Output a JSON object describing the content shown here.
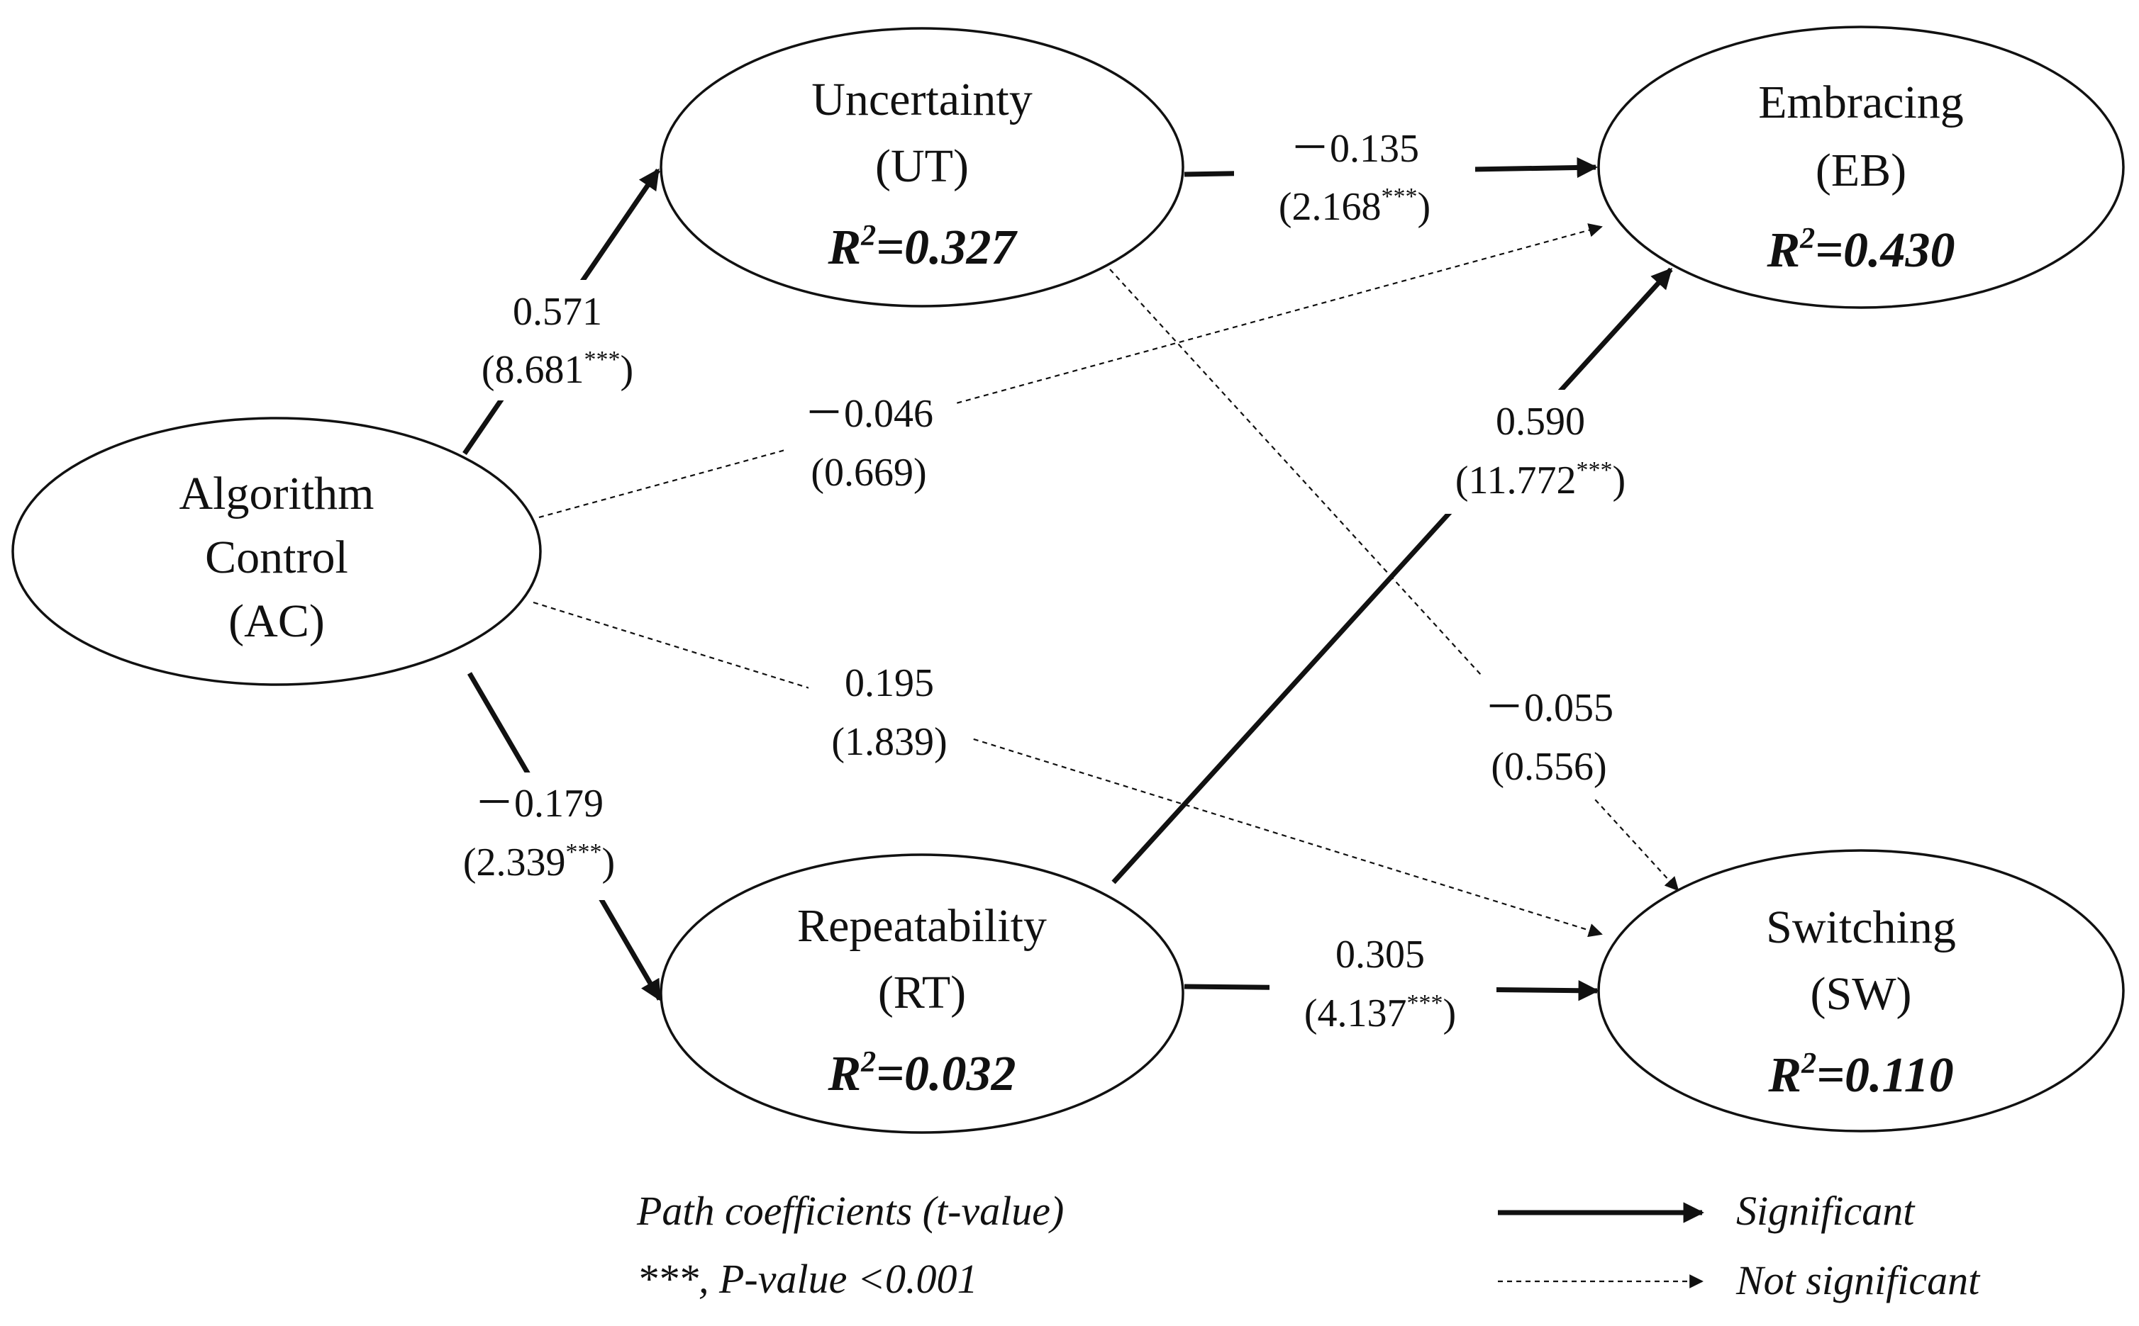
{
  "nodes": {
    "ac": {
      "line1": "Algorithm",
      "line2": "Control",
      "line3": "(AC)"
    },
    "ut": {
      "line1": "Uncertainty",
      "line2": "(UT)",
      "r2": "=0.327"
    },
    "rt": {
      "line1": "Repeatability",
      "line2": "(RT)",
      "r2": "=0.032"
    },
    "eb": {
      "line1": "Embracing",
      "line2": "(EB)",
      "r2": "=0.430"
    },
    "sw": {
      "line1": "Switching",
      "line2": "(SW)",
      "r2": "=0.110"
    },
    "r2_prefix": "R",
    "r2_sup": "2"
  },
  "paths": {
    "ac_ut": {
      "coef": "0.571",
      "tval": "(8.681",
      "stars": "***",
      "close": ")",
      "significant": true
    },
    "ac_rt": {
      "coef": "－0.179",
      "tval": "(2.339",
      "stars": "***",
      "close": ")",
      "significant": true
    },
    "ac_eb": {
      "coef": "－0.046",
      "tval": "(0.669)",
      "significant": false
    },
    "ac_sw": {
      "coef": "0.195",
      "tval": "(1.839)",
      "significant": false
    },
    "ut_eb": {
      "coef": "－0.135",
      "tval": "(2.168",
      "stars": "***",
      "close": ")",
      "significant": true
    },
    "ut_sw": {
      "coef": "－0.055",
      "tval": "(0.556)",
      "significant": false
    },
    "rt_eb": {
      "coef": "0.590",
      "tval": "(11.772",
      "stars": "***",
      "close": ")",
      "significant": true
    },
    "rt_sw": {
      "coef": "0.305",
      "tval": "(4.137",
      "stars": "***",
      "close": ")",
      "significant": true
    }
  },
  "legend": {
    "note1": "Path coefficients (t-value)",
    "note2": "***, P-value <0.001",
    "significant": "Significant",
    "not_significant": "Not significant"
  }
}
